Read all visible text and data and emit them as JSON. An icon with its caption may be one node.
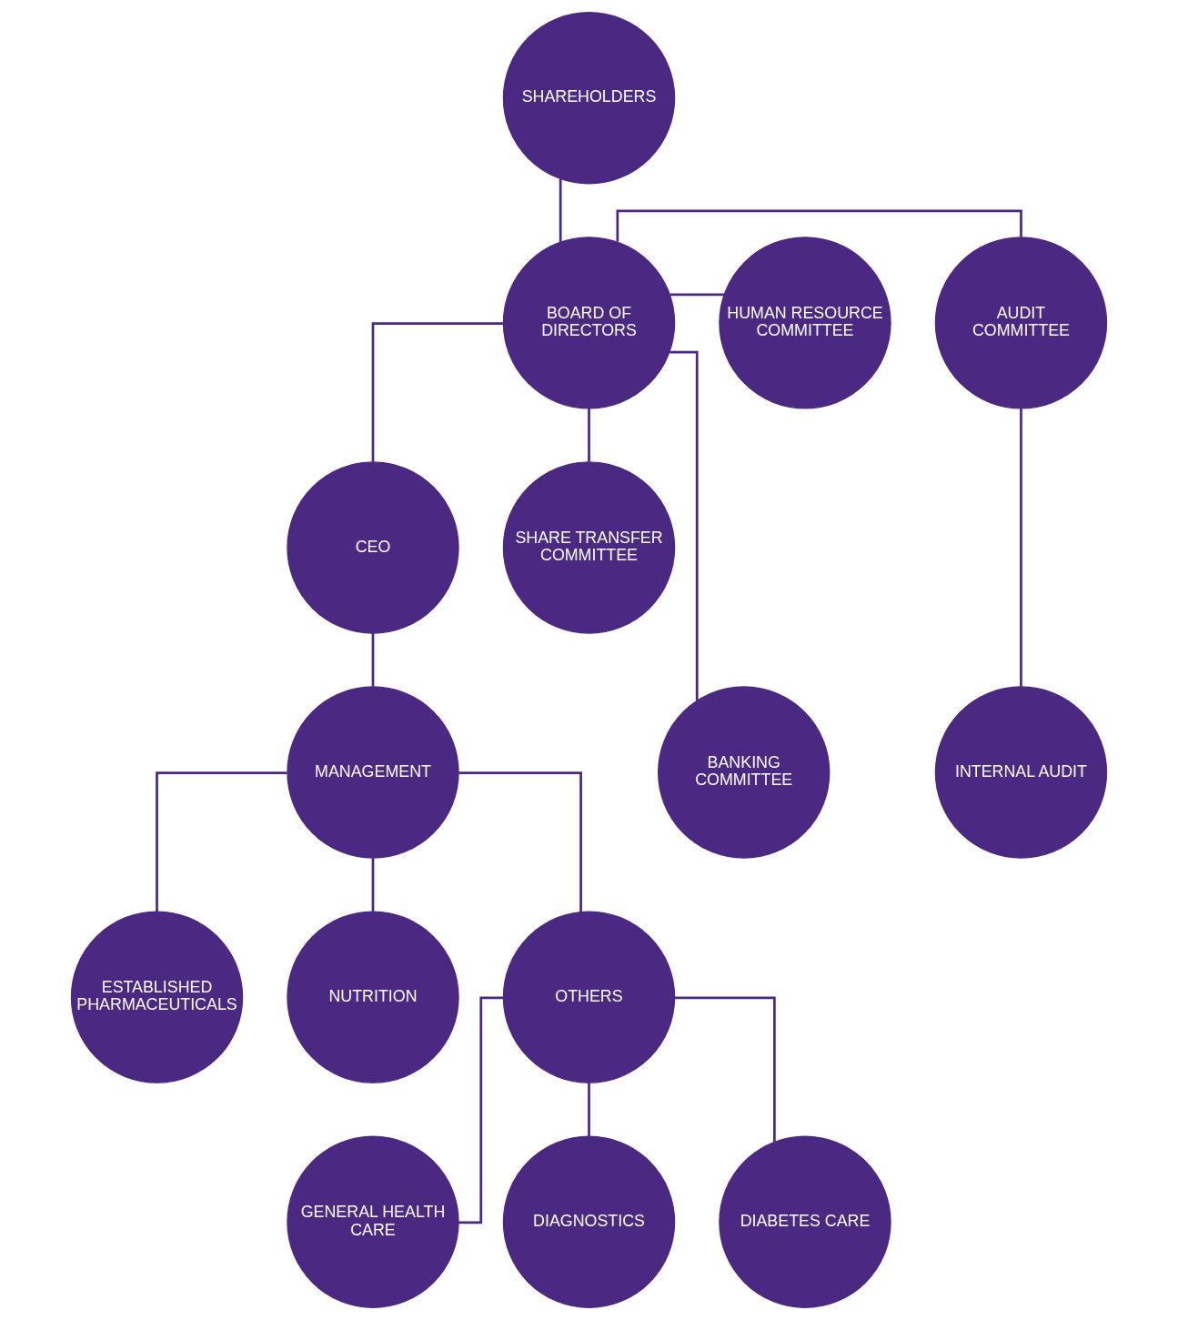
{
  "diagram": {
    "nodes": [
      {
        "text": [
          "SHAREHOLDERS"
        ]
      },
      {
        "text": [
          "AUDIT COMMITTEE"
        ]
      },
      {
        "text": [
          "BOARD OF DIRECTORS"
        ]
      },
      {
        "text": [
          "HUMAN RESOURCE COMMITTEE"
        ]
      },
      {
        "text": [
          "CEO"
        ]
      },
      {
        "text": [
          "SHARE TRANSFER COMMITTEE"
        ]
      },
      {
        "text": [
          "INTERNAL AUDIT"
        ]
      },
      {
        "text": [
          "MANAGEMENT"
        ]
      },
      {
        "text": [
          "BANKING COMMITTEE"
        ]
      },
      {
        "text": [
          "ESTABLISHED PHARMACEUTICALS"
        ]
      },
      {
        "text": [
          "NUTRITION"
        ]
      },
      {
        "text": [
          "OTHERS"
        ]
      },
      {
        "text": [
          "GENERAL HEALTH CARE"
        ]
      },
      {
        "text": [
          "DIAGNOSTICS"
        ]
      },
      {
        "text": [
          "DIABETES CARE"
        ]
      }
    ],
    "edges": [
      {
        "from": 0,
        "to": 2,
        "arrow": "none"
      },
      {
        "from": 2,
        "to": 1,
        "arrow": "none"
      },
      {
        "from": 2,
        "to": 3,
        "arrow": "none"
      },
      {
        "from": 2,
        "to": 5,
        "arrow": "none"
      },
      {
        "from": 2,
        "to": 8,
        "arrow": "none"
      },
      {
        "from": 1,
        "to": 6,
        "arrow": "none"
      },
      {
        "from": 2,
        "to": 4,
        "arrow": "none"
      },
      {
        "from": 4,
        "to": 7,
        "arrow": "none"
      },
      {
        "from": 7,
        "to": 9,
        "arrow": "none"
      },
      {
        "from": 7,
        "to": 10,
        "arrow": "none"
      },
      {
        "from": 7,
        "to": 11,
        "arrow": "none"
      },
      {
        "from": 11,
        "to": 12,
        "arrow": "none"
      },
      {
        "from": 11,
        "to": 13,
        "arrow": "none"
      },
      {
        "from": 11,
        "to": 14,
        "arrow": "none"
      }
    ]
  }
}
